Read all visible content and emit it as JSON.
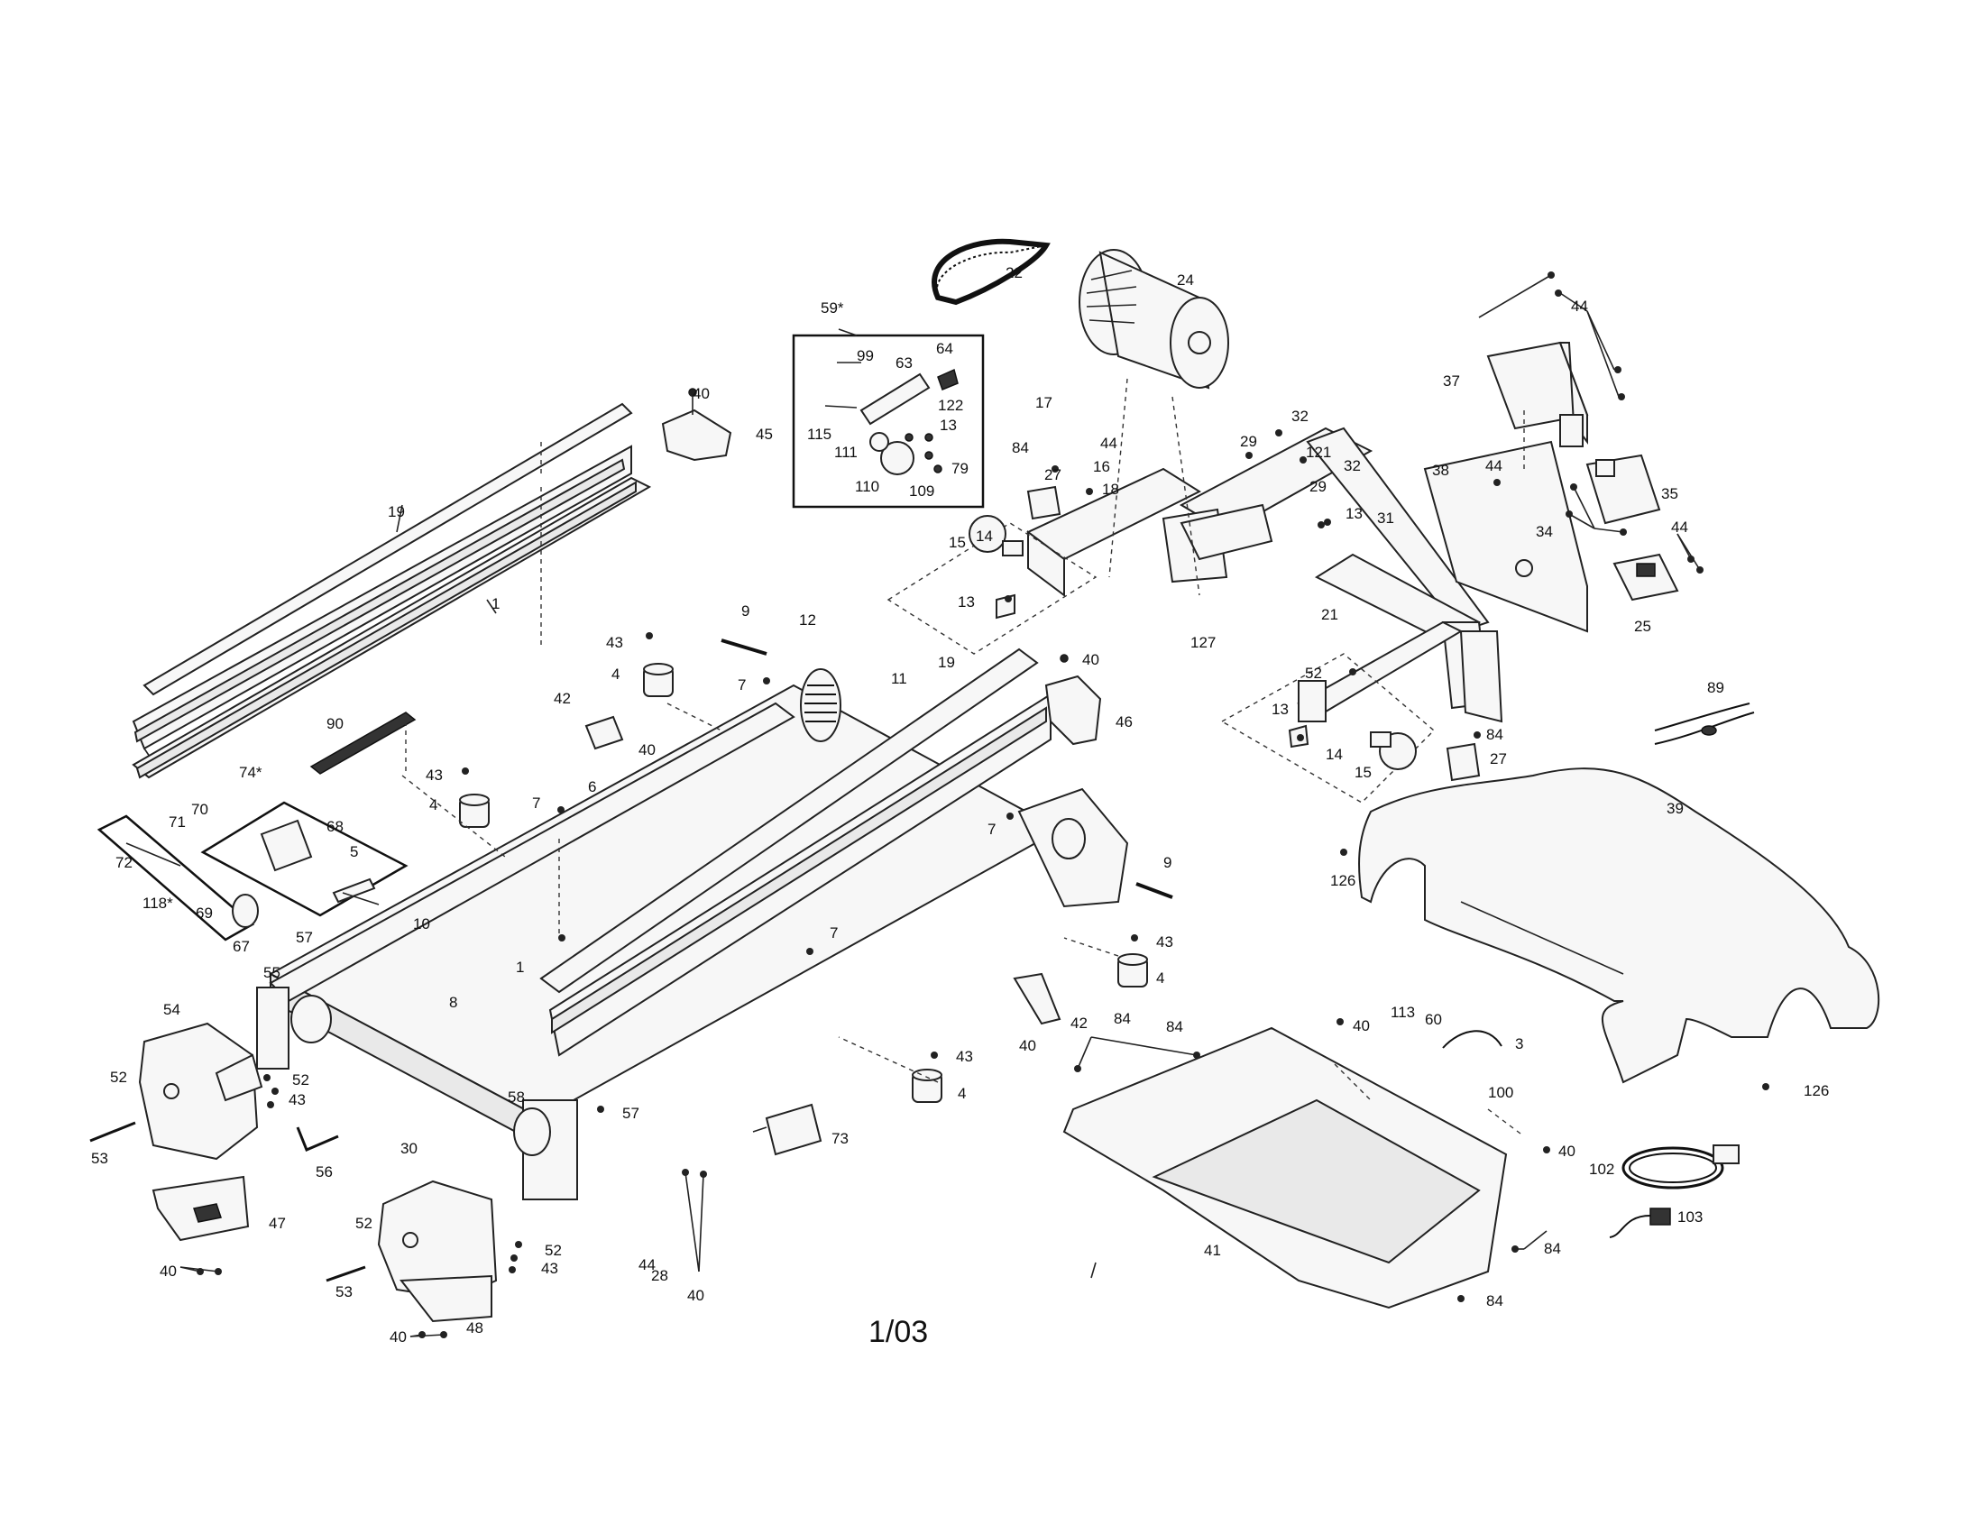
{
  "page_label": "1/03",
  "boxes": {
    "motor_hood_kit": "59*",
    "left_foot_kit": "74*",
    "left_foot_sub": "118*"
  },
  "labels": {
    "l1": "1",
    "l1b": "1",
    "l3": "3",
    "l4a": "4",
    "l4b": "4",
    "l4c": "4",
    "l4d": "4",
    "l5": "5",
    "l6": "6",
    "l7a": "7",
    "l7b": "7",
    "l7c": "7",
    "l7d": "7",
    "l8": "8",
    "l9a": "9",
    "l9b": "9",
    "l10": "10",
    "l11": "11",
    "l12": "12",
    "l13a": "13",
    "l13b": "13",
    "l13c": "13",
    "l13d": "13",
    "l14a": "14",
    "l14b": "14",
    "l15a": "15",
    "l15b": "15",
    "l16": "16",
    "l17": "17",
    "l18": "18",
    "l19a": "19",
    "l19b": "19",
    "l21": "21",
    "l22": "22",
    "l24": "24",
    "l25": "25",
    "l27a": "27",
    "l27b": "27",
    "l28": "28",
    "l29a": "29",
    "l29b": "29",
    "l30": "30",
    "l31": "31",
    "l32a": "32",
    "l32b": "32",
    "l34": "34",
    "l35": "35",
    "l37": "37",
    "l38": "38",
    "l39": "39",
    "l40a": "40",
    "l40b": "40",
    "l40c": "40",
    "l40d": "40",
    "l40e": "40",
    "l40f": "40",
    "l40g": "40",
    "l40h": "40",
    "l40i": "40",
    "l40j": "40",
    "l41": "41",
    "l42a": "42",
    "l42b": "42",
    "l43a": "43",
    "l43b": "43",
    "l43c": "43",
    "l43d": "43",
    "l43e": "43",
    "l43f": "43",
    "l44a": "44",
    "l44b": "44",
    "l44c": "44",
    "l44d": "44",
    "l44e": "44",
    "l45": "45",
    "l46": "46",
    "l47": "47",
    "l48": "48",
    "l52a": "52",
    "l52b": "52",
    "l52c": "52",
    "l52d": "52",
    "l52e": "52",
    "l53a": "53",
    "l53b": "53",
    "l54": "54",
    "l55": "55",
    "l56": "56",
    "l57a": "57",
    "l57b": "57",
    "l58": "58",
    "l60": "60",
    "l63": "63",
    "l64": "64",
    "l67": "67",
    "l68": "68",
    "l69": "69",
    "l70": "70",
    "l71": "71",
    "l72": "72",
    "l73": "73",
    "l79": "79",
    "l84a": "84",
    "l84b": "84",
    "l84c": "84",
    "l84d": "84",
    "l84e": "84",
    "l84f": "84",
    "l84g": "84",
    "l89": "89",
    "l90": "90",
    "l99": "99",
    "l100": "100",
    "l102": "102",
    "l103": "103",
    "l109": "109",
    "l110": "110",
    "l111": "111",
    "l113": "113",
    "l115": "115",
    "l121": "121",
    "l122": "122",
    "l126a": "126",
    "l126b": "126",
    "l127": "127"
  }
}
